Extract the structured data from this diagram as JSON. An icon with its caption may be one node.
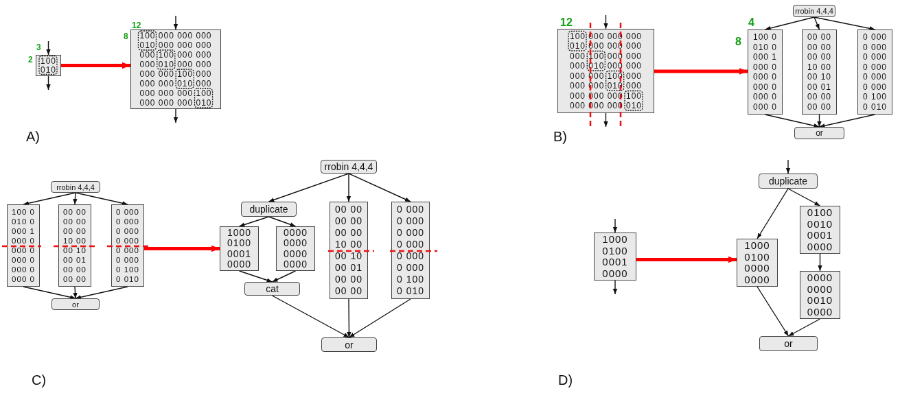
{
  "diagram": {
    "nodes": [
      {
        "text": [
          "100",
          "010"
        ]
      },
      {
        "text": [
          "100 000 000 000",
          "010 000 000 000",
          "000 100 000 000",
          "000 010 000 000",
          "000 000 100 000",
          "000 000 010 000",
          "000 000 000 100",
          "000 000 000 010"
        ]
      },
      {
        "text": [
          "100 000 000 000",
          "010 000 000 000",
          "000 100 000 000",
          "000 010 000 000",
          "000 000 100 000",
          "000 000 010 000",
          "000 000 000 100",
          "000 000 000 010"
        ]
      },
      {
        "text": [
          "rrobin 4,4,4"
        ]
      },
      {
        "text": [
          "100 0",
          "010 0",
          "000 1",
          "000 0",
          "000 0",
          "000 0",
          "000 0",
          "000 0"
        ]
      },
      {
        "text": [
          "00 00",
          "00 00",
          "00 00",
          "10 00",
          "00 10",
          "00 01",
          "00 00",
          "00 00"
        ]
      },
      {
        "text": [
          "0 000",
          "0 000",
          "0 000",
          "0 000",
          "0 000",
          "0 000",
          "0 100",
          "0 010"
        ]
      },
      {
        "text": [
          "or"
        ]
      },
      {
        "text": [
          "rrobin 4,4,4"
        ]
      },
      {
        "text": [
          "100 0",
          "010 0",
          "000 1",
          "000 0",
          "000 0",
          "000 0",
          "000 0",
          "000 0"
        ]
      },
      {
        "text": [
          "00 00",
          "00 00",
          "00 00",
          "10 00",
          "00 10",
          "00 01",
          "00 00",
          "00 00"
        ]
      },
      {
        "text": [
          "0 000",
          "0 000",
          "0 000",
          "0 000",
          "0 000",
          "0 000",
          "0 100",
          "0 010"
        ]
      },
      {
        "text": [
          "or"
        ]
      },
      {
        "text": [
          "rrobin 4,4,4"
        ]
      },
      {
        "text": [
          "duplicate"
        ]
      },
      {
        "text": [
          "1000",
          "0100",
          "0001",
          "0000"
        ]
      },
      {
        "text": [
          "0000",
          "0000",
          "0000",
          "0000"
        ]
      },
      {
        "text": [
          "cat"
        ]
      },
      {
        "text": [
          "00 00",
          "00 00",
          "00 00",
          "10 00",
          "00 10",
          "00 01",
          "00 00",
          "00 00"
        ]
      },
      {
        "text": [
          "0 000",
          "0 000",
          "0 000",
          "0 000",
          "0 000",
          "0 000",
          "0 100",
          "0 010"
        ]
      },
      {
        "text": [
          "or"
        ]
      },
      {
        "text": [
          "1000",
          "0100",
          "0001",
          "0000"
        ]
      },
      {
        "text": [
          "duplicate"
        ]
      },
      {
        "text": [
          "1000",
          "0100",
          "0000",
          "0000"
        ]
      },
      {
        "text": [
          "0100",
          "0010",
          "0001",
          "0000"
        ]
      },
      {
        "text": [
          "0000",
          "0000",
          "0010",
          "0000"
        ]
      },
      {
        "text": [
          "or"
        ]
      }
    ],
    "edges": [
      {
        "from": null,
        "to": 0,
        "arrow": "to"
      },
      {
        "from": 0,
        "to": null,
        "arrow": "to"
      },
      {
        "from": 0,
        "to": 1,
        "arrow": "to",
        "style": "thick",
        "color": "#ff0000"
      },
      {
        "from": null,
        "to": 1,
        "arrow": "to"
      },
      {
        "from": 1,
        "to": null,
        "arrow": "to"
      },
      {
        "from": null,
        "to": 2,
        "arrow": "to"
      },
      {
        "from": 2,
        "to": null,
        "arrow": "to"
      },
      {
        "from": 2,
        "to": 4,
        "arrow": "to",
        "style": "thick",
        "color": "#ff0000"
      },
      {
        "from": 3,
        "to": 4,
        "arrow": "to"
      },
      {
        "from": 3,
        "to": 5,
        "arrow": "to"
      },
      {
        "from": 3,
        "to": 6,
        "arrow": "to"
      },
      {
        "from": 4,
        "to": 7,
        "arrow": "to"
      },
      {
        "from": 5,
        "to": 7,
        "arrow": "to"
      },
      {
        "from": 6,
        "to": 7,
        "arrow": "to"
      },
      {
        "from": 8,
        "to": 9,
        "arrow": "to"
      },
      {
        "from": 8,
        "to": 10,
        "arrow": "to"
      },
      {
        "from": 8,
        "to": 11,
        "arrow": "to"
      },
      {
        "from": 9,
        "to": 12,
        "arrow": "to"
      },
      {
        "from": 10,
        "to": 12,
        "arrow": "to"
      },
      {
        "from": 11,
        "to": 12,
        "arrow": "to"
      },
      {
        "from": 11,
        "to": 15,
        "arrow": "to",
        "style": "thick",
        "color": "#ff0000"
      },
      {
        "from": 13,
        "to": 14,
        "arrow": "to"
      },
      {
        "from": 13,
        "to": 18,
        "arrow": "to"
      },
      {
        "from": 13,
        "to": 19,
        "arrow": "to"
      },
      {
        "from": 14,
        "to": 15,
        "arrow": "to"
      },
      {
        "from": 14,
        "to": 16,
        "arrow": "to"
      },
      {
        "from": 15,
        "to": 17,
        "arrow": "to"
      },
      {
        "from": 16,
        "to": 17,
        "arrow": "to"
      },
      {
        "from": 17,
        "to": 20,
        "arrow": "to"
      },
      {
        "from": 18,
        "to": 20,
        "arrow": "to"
      },
      {
        "from": 19,
        "to": 20,
        "arrow": "to"
      },
      {
        "from": null,
        "to": 21,
        "arrow": "to"
      },
      {
        "from": 21,
        "to": null,
        "arrow": "to"
      },
      {
        "from": 21,
        "to": 23,
        "arrow": "to",
        "style": "thick",
        "color": "#ff0000"
      },
      {
        "from": null,
        "to": 22,
        "arrow": "to"
      },
      {
        "from": 22,
        "to": 23,
        "arrow": "to"
      },
      {
        "from": 22,
        "to": 24,
        "arrow": "to"
      },
      {
        "from": 24,
        "to": 25,
        "arrow": "to"
      },
      {
        "from": 23,
        "to": 26,
        "arrow": "to"
      },
      {
        "from": 25,
        "to": 26,
        "arrow": "to"
      }
    ],
    "labels": [
      "3",
      "2",
      "12",
      "8",
      "A)",
      "12",
      "4",
      "8",
      "B)",
      "C)",
      "D)"
    ]
  }
}
